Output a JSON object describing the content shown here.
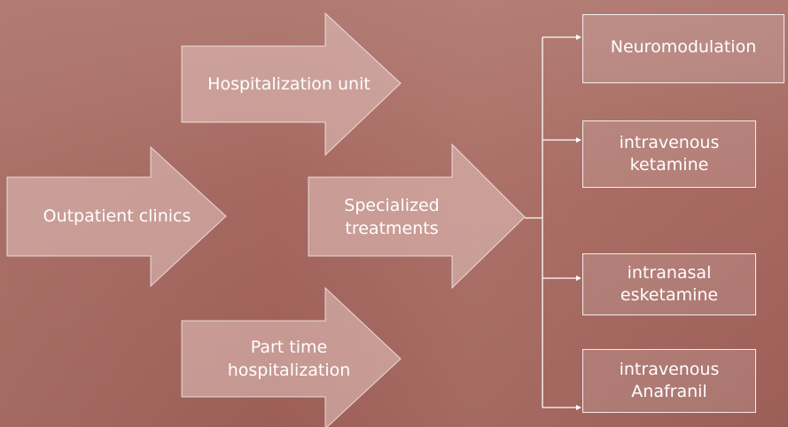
{
  "diagram": {
    "arrows": {
      "outpatient": "Outpatient clinics",
      "hospitalization": "Hospitalization unit",
      "specialized": "Specialized treatments",
      "parttime": "Part time hospitalization"
    },
    "treatments": {
      "neuromodulation": "Neuromodulation",
      "iv_ketamine": "intravenous ketamine",
      "in_esketamine": "intranasal esketamine",
      "iv_anafranil": "intravenous Anafranil"
    },
    "colors": {
      "arrow_fill": "#d6b0aa",
      "line": "#ffffff",
      "text": "#ffffff"
    }
  }
}
